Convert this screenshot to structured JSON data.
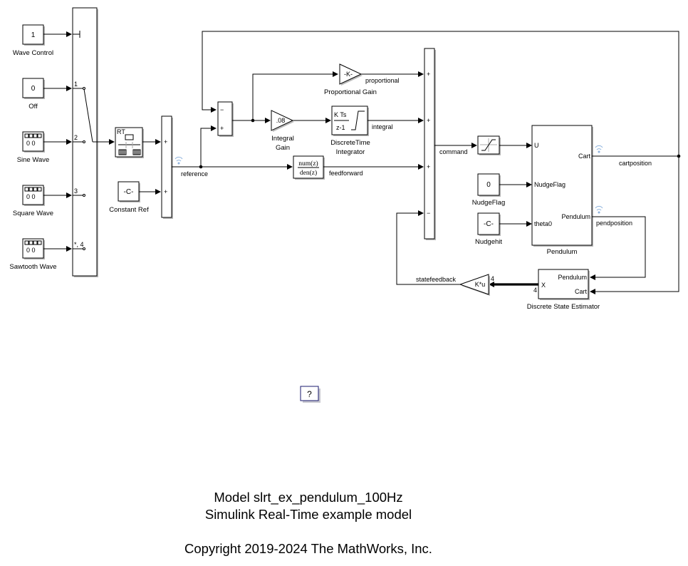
{
  "model": {
    "title": "Model slrt_ex_pendulum_100Hz",
    "subtitle": "Simulink Real-Time example model",
    "copyright": "Copyright 2019-2024 The MathWorks, Inc."
  },
  "blocks": {
    "wave_control": {
      "value": "1",
      "label": "Wave Control"
    },
    "off": {
      "value": "0",
      "label": "Off"
    },
    "sine_wave": {
      "label": "Sine Wave"
    },
    "square_wave": {
      "label": "Square Wave"
    },
    "sawtooth_wave": {
      "label": "Sawtooth Wave"
    },
    "multiport_switch": {
      "ports": [
        "1",
        "2",
        "3",
        "*, 4"
      ]
    },
    "rate_transition": {
      "text": "RT"
    },
    "constant_ref": {
      "value": "-C-",
      "label": "Constant Ref"
    },
    "sum_reference": {
      "signs": [
        "+",
        "+"
      ]
    },
    "sum_error": {
      "signs": [
        "−",
        "+"
      ]
    },
    "proportional_gain": {
      "value": "-K-",
      "label": "Proportional Gain"
    },
    "integral_gain": {
      "value": ".08",
      "label_line1": "Integral",
      "label_line2": "Gain"
    },
    "discrete_integrator": {
      "num": "K Ts",
      "den": "z-1",
      "label_line1": "DiscreteTime",
      "label_line2": "Integrator"
    },
    "feedforward_tf": {
      "num": "num(z)",
      "den": "den(z)"
    },
    "sum_command": {
      "signs": [
        "+",
        "+",
        "+",
        "−"
      ]
    },
    "saturation": {},
    "nudge_flag": {
      "value": "0",
      "label": "NudgeFlag"
    },
    "nudgehit": {
      "value": "-C-",
      "label": "Nudgehit"
    },
    "pendulum": {
      "label": "Pendulum",
      "inputs": [
        "U",
        "NudgeFlag",
        "theta0"
      ],
      "outputs": [
        "Cart",
        "Pendulum"
      ]
    },
    "state_feedback_gain": {
      "value": "K*u",
      "dim": "4"
    },
    "state_estimator": {
      "label": "Discrete State Estimator",
      "inputs": [
        "Pendulum",
        "Cart"
      ],
      "output": "X",
      "dim": "4"
    },
    "help_button": {
      "text": "?"
    }
  },
  "signals": {
    "reference": "reference",
    "proportional": "proportional",
    "integral": "integral",
    "feedforward": "feedforward",
    "command": "command",
    "cartposition": "cartposition",
    "pendposition": "pendposition",
    "statefeedback": "statefeedback"
  }
}
